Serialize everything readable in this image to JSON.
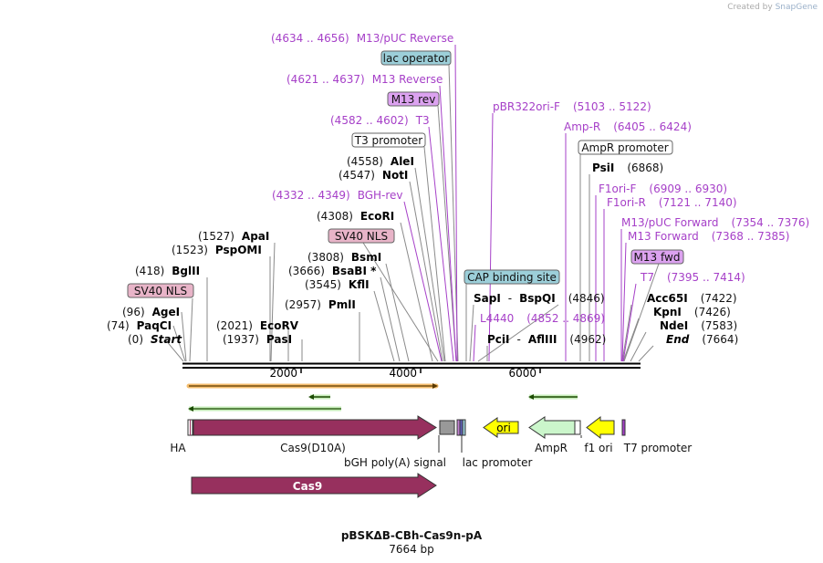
{
  "credit": {
    "prefix": "Created by",
    "brand": "SnapGene"
  },
  "plasmid": {
    "name": "pBSKΔB-CBh-Cas9n-pA",
    "length": "7664 bp"
  },
  "colors": {
    "cas9": "#97305e",
    "ampr": "#cbf6cb",
    "ori": "#ffff00",
    "purple": "#a640c8",
    "orange": "#f0a030"
  },
  "ruler": {
    "ticks": [
      "2000",
      "4000",
      "6000"
    ]
  },
  "sites": [
    {
      "pos": "(0)",
      "name": "Start",
      "italic": true
    },
    {
      "pos": "(74)",
      "name": "PaqCI"
    },
    {
      "pos": "(96)",
      "name": "AgeI"
    },
    {
      "pos": "(418)",
      "name": "BglII"
    },
    {
      "pos": "(1523)",
      "name": "PspOMI"
    },
    {
      "pos": "(1527)",
      "name": "ApaI"
    },
    {
      "pos": "(1937)",
      "name": "PasI"
    },
    {
      "pos": "(2021)",
      "name": "EcoRV"
    },
    {
      "pos": "(2957)",
      "name": "PmlI"
    },
    {
      "pos": "(3545)",
      "name": "KflI"
    },
    {
      "pos": "(3666)",
      "name": "BsaBI *"
    },
    {
      "pos": "(3808)",
      "name": "BsmI"
    },
    {
      "pos": "(4308)",
      "name": "EcoRI"
    },
    {
      "pos": "(4547)",
      "name": "NotI"
    },
    {
      "pos": "(4558)",
      "name": "AleI"
    },
    {
      "pos": "(4846)",
      "name": "SapI",
      "name2": "BspQI"
    },
    {
      "pos": "(4962)",
      "name": "PciI",
      "name2": "AflIII"
    },
    {
      "pos": "(6868)",
      "name": "PsiI"
    },
    {
      "pos": "(7422)",
      "name": "Acc65I"
    },
    {
      "pos": "(7426)",
      "name": "KpnI"
    },
    {
      "pos": "(7583)",
      "name": "NdeI"
    },
    {
      "pos": "(7664)",
      "name": "End",
      "italic": true
    }
  ],
  "primers": [
    {
      "name": "M13/pUC Reverse",
      "range": "(4634 .. 4656)"
    },
    {
      "name": "M13 Reverse",
      "range": "(4621 .. 4637)"
    },
    {
      "name": "T3",
      "range": "(4582 .. 4602)"
    },
    {
      "name": "BGH-rev",
      "range": "(4332 .. 4349)"
    },
    {
      "name": "pBR322ori-F",
      "range": "(5103 .. 5122)"
    },
    {
      "name": "Amp-R",
      "range": "(6405 .. 6424)"
    },
    {
      "name": "F1ori-F",
      "range": "(6909 .. 6930)"
    },
    {
      "name": "F1ori-R",
      "range": "(7121 .. 7140)"
    },
    {
      "name": "M13/pUC Forward",
      "range": "(7354 .. 7376)"
    },
    {
      "name": "M13 Forward",
      "range": "(7368 .. 7385)"
    },
    {
      "name": "T7",
      "range": "(7395 .. 7414)"
    },
    {
      "name": "L4440",
      "range": "(4852 .. 4869)"
    }
  ],
  "boxes": {
    "lac_operator": "lac operator",
    "m13_rev": "M13 rev",
    "t3_promoter": "T3 promoter",
    "sv40_nls_1": "SV40 NLS",
    "sv40_nls_2": "SV40 NLS",
    "cap_site": "CAP binding site",
    "ampr_promoter": "AmpR promoter",
    "m13_fwd": "M13 fwd"
  },
  "features": {
    "ha": "HA",
    "cas9_d10a": "Cas9(D10A)",
    "bgh": "bGH poly(A) signal",
    "lac_promoter": "lac promoter",
    "ampr": "AmpR",
    "f1_ori": "f1 ori",
    "t7_promoter": "T7 promoter",
    "ori": "ori",
    "cas9": "Cas9"
  }
}
